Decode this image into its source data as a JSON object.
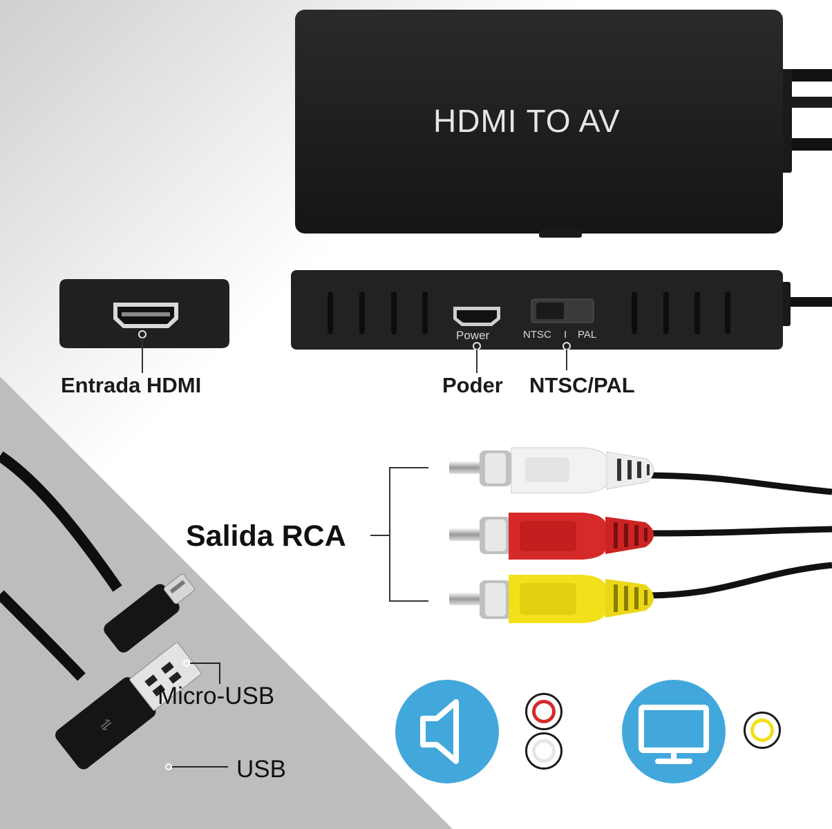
{
  "device": {
    "title": "HDMI TO AV",
    "port_power_label": "Power",
    "switch_left_label": "NTSC",
    "switch_mid_label": "I",
    "switch_right_label": "PAL"
  },
  "callouts": {
    "hdmi_input": "Entrada HDMI",
    "power": "Poder",
    "ntsc_pal": "NTSC/PAL",
    "rca_output": "Salida RCA",
    "micro_usb": "Micro-USB",
    "usb": "USB"
  },
  "icons": {
    "audio": "speaker-icon",
    "video": "monitor-icon"
  },
  "colors": {
    "device_body": "#1c1c1c",
    "icon_blue": "#42a8db",
    "rca_red": "#d62a2a",
    "rca_white": "#f2f2f2",
    "rca_yellow": "#f2e01a",
    "background_gray": "#bdbdbd"
  }
}
